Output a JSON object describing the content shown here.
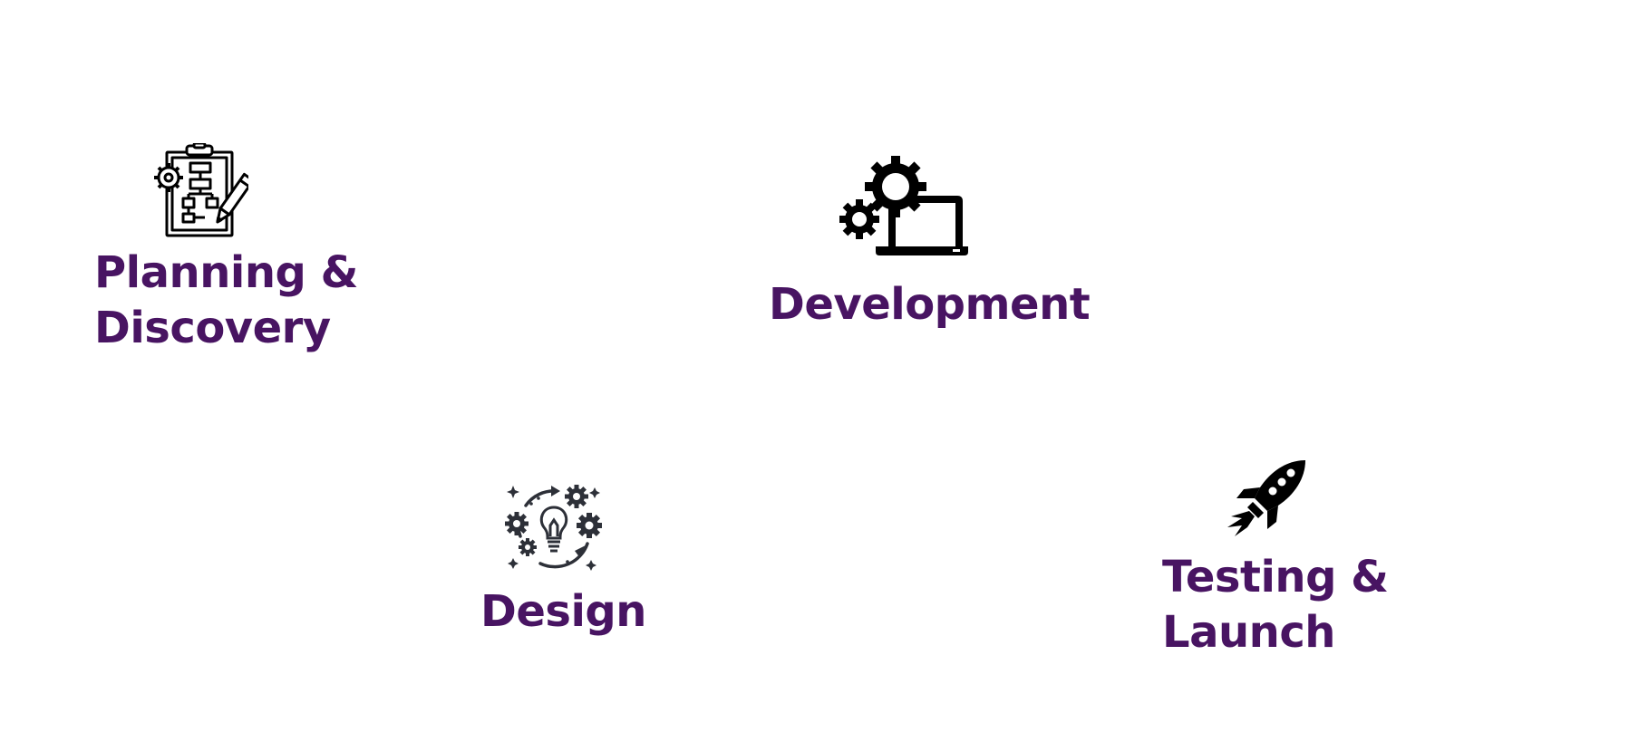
{
  "theme": {
    "title_color": "#481462",
    "icon_color": "#000000",
    "icon_color_alt": "#2d3038",
    "background": "#ffffff"
  },
  "steps": [
    {
      "title_line1": "Planning &",
      "title_line2": "Discovery",
      "icon": "clipboard-flowchart-pencil-icon"
    },
    {
      "title_line1": "Development",
      "title_line2": "",
      "icon": "laptop-gears-icon"
    },
    {
      "title_line1": "Design",
      "title_line2": "",
      "icon": "lightbulb-gears-cycle-icon"
    },
    {
      "title_line1": "Testing &",
      "title_line2": "Launch",
      "icon": "rocket-icon"
    }
  ]
}
